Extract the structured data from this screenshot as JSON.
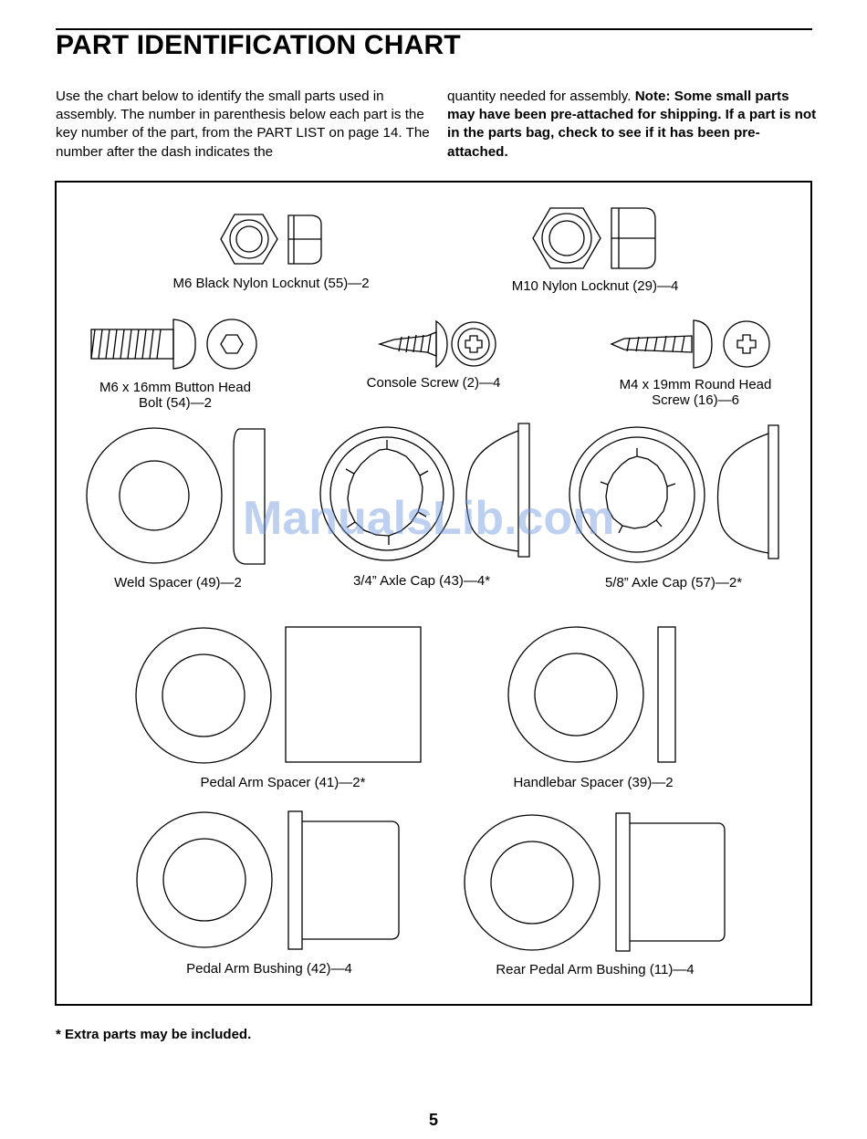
{
  "page": {
    "title": "PART IDENTIFICATION CHART",
    "intro_col1": "Use the chart below to identify the small parts used in assembly. The number in parenthesis below each part is the key number of the part, from the PART LIST on page 14. The number after the dash indicates the",
    "intro_col2_plain": "quantity needed for assembly. ",
    "intro_col2_bold": "Note: Some small parts may have been pre-attached for shipping. If a part is not in the parts bag, check to see if it has been pre-attached.",
    "footnote": "* Extra parts may be included.",
    "page_number": "5",
    "watermark": "ManualsLib.com"
  },
  "parts": {
    "m6_locknut": "M6 Black Nylon Locknut (55)—2",
    "m10_locknut": "M10 Nylon Locknut (29)—4",
    "button_bolt_line1": "M6 x 16mm Button Head",
    "button_bolt_line2": "Bolt (54)—2",
    "console_screw": "Console Screw (2)—4",
    "round_screw_line1": "M4 x 19mm Round Head",
    "round_screw_line2": "Screw (16)—6",
    "weld_spacer": "Weld Spacer (49)—2",
    "axle_cap_34": "3/4” Axle Cap (43)—4*",
    "axle_cap_58": "5/8” Axle Cap (57)—2*",
    "pedal_arm_spacer": "Pedal Arm Spacer (41)—2*",
    "handlebar_spacer": "Handlebar Spacer (39)—2",
    "pedal_arm_bushing": "Pedal Arm Bushing (42)—4",
    "rear_pedal_arm_bushing": "Rear Pedal Arm Bushing (11)—4"
  }
}
